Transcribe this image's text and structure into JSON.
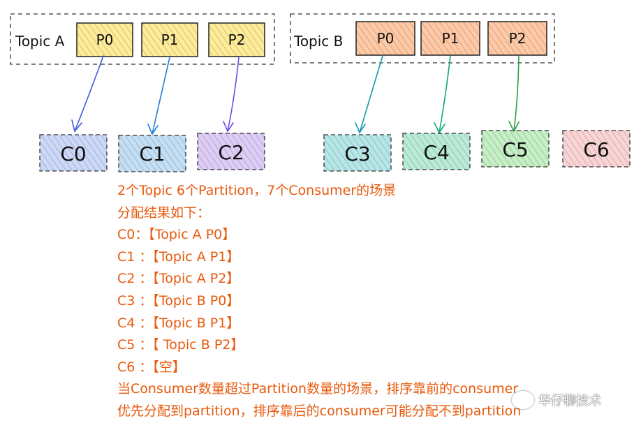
{
  "topics": [
    {
      "label": "Topic A",
      "partitions": [
        {
          "label": "P0",
          "fill": "#ffec99",
          "stroke": "#000000",
          "consumer": "C0"
        },
        {
          "label": "P1",
          "fill": "#ffec99",
          "stroke": "#000000",
          "consumer": "C1"
        },
        {
          "label": "P2",
          "fill": "#ffec99",
          "stroke": "#000000",
          "consumer": "C2"
        }
      ]
    },
    {
      "label": "Topic B",
      "partitions": [
        {
          "label": "P0",
          "fill": "#ffc9a6",
          "stroke": "#000000",
          "consumer": "C3"
        },
        {
          "label": "P1",
          "fill": "#ffc9a6",
          "stroke": "#000000",
          "consumer": "C4"
        },
        {
          "label": "P2",
          "fill": "#ffc9a6",
          "stroke": "#000000",
          "consumer": "C5"
        }
      ]
    }
  ],
  "consumers": [
    {
      "label": "C0",
      "color": "#8fa8f0"
    },
    {
      "label": "C1",
      "color": "#7ab8e8"
    },
    {
      "label": "C2",
      "color": "#b38ee8"
    },
    {
      "label": "C3",
      "color": "#5ec8cc"
    },
    {
      "label": "C4",
      "color": "#63d2a6"
    },
    {
      "label": "C5",
      "color": "#7edc7e"
    },
    {
      "label": "C6",
      "color": "#f5a0a0"
    }
  ],
  "arrow_colors": {
    "C0": "#3b5bdb",
    "C1": "#1c7ed6",
    "C2": "#7048e8",
    "C3": "#1098ad",
    "C4": "#0ca678",
    "C5": "#2f9e44"
  },
  "notes": {
    "line1": "2个Topic 6个Partition，7个Consumer的场景",
    "line2": "分配结果如下：",
    "line3": "C0：【Topic A P0】",
    "line4": "C1 ：【Topic A P1】",
    "line5": "C2 ：【Topic A P2】",
    "line6": "C3 ：【Topic B P0】",
    "line7": "C4 ：【Topic B P1】",
    "line8": "C5 ：【 Topic B P2】",
    "line9": "C6 ：【空】",
    "line10": "当Consumer数量超过Partition数量的场景，排序靠前的consumer",
    "line11": "优先分配到partition，排序靠后的consumer可能分配不到partition"
  },
  "watermark": {
    "text": "华仔聊技术"
  }
}
